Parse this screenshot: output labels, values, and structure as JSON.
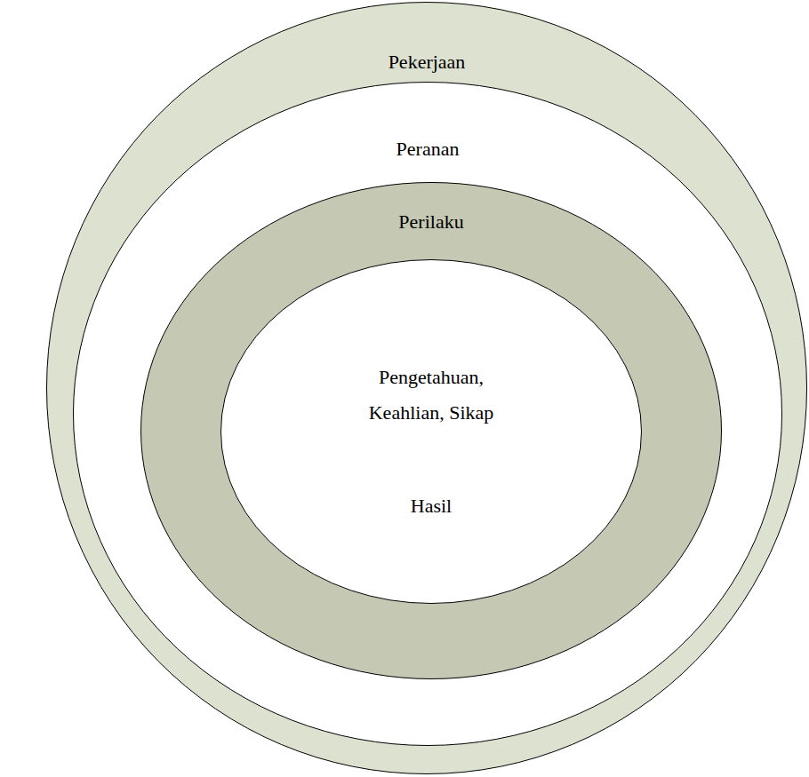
{
  "diagram": {
    "nodes": [
      {
        "text": [
          "Pekerjaan"
        ]
      },
      {
        "text": [
          "Peranan"
        ],
        "in": 0
      },
      {
        "text": [
          "Perilaku",
          "Hasil"
        ],
        "in": 1
      },
      {
        "text": [
          "Pengetahuan, Keahlian, Sikap"
        ],
        "in": 2
      }
    ]
  }
}
